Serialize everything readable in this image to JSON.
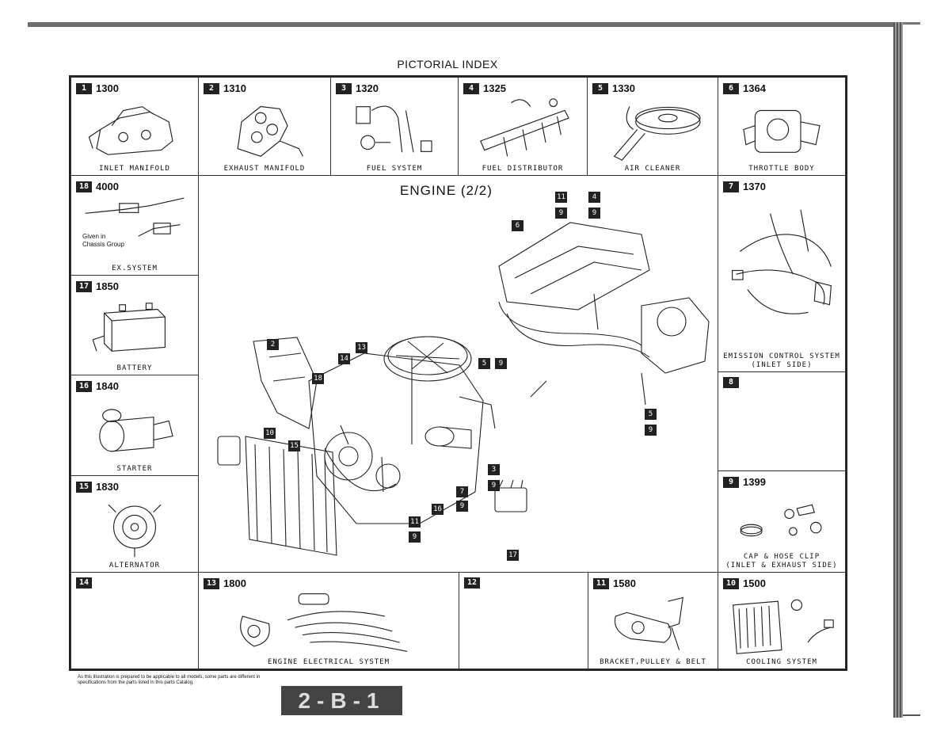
{
  "page_title": "PICTORIAL INDEX",
  "main_panel_title": "ENGINE (2/2)",
  "cells": {
    "c1": {
      "badge": "1",
      "code": "1300",
      "caption": "INLET MANIFOLD"
    },
    "c2": {
      "badge": "2",
      "code": "1310",
      "caption": "EXHAUST MANIFOLD"
    },
    "c3": {
      "badge": "3",
      "code": "1320",
      "caption": "FUEL SYSTEM"
    },
    "c4": {
      "badge": "4",
      "code": "1325",
      "caption": "FUEL DISTRIBUTOR"
    },
    "c5": {
      "badge": "5",
      "code": "1330",
      "caption": "AIR CLEANER"
    },
    "c6": {
      "badge": "6",
      "code": "1364",
      "caption": "THROTTLE BODY"
    },
    "c7": {
      "badge": "7",
      "code": "1370",
      "caption": "EMISSION CONTROL SYSTEM\n(INLET SIDE)"
    },
    "c8": {
      "badge": "8",
      "code": "",
      "caption": ""
    },
    "c9": {
      "badge": "9",
      "code": "1399",
      "caption": "CAP & HOSE CLIP\n(INLET & EXHAUST SIDE)"
    },
    "c10": {
      "badge": "10",
      "code": "1500",
      "caption": "COOLING SYSTEM"
    },
    "c11": {
      "badge": "11",
      "code": "1580",
      "caption": "BRACKET,PULLEY & BELT"
    },
    "c12": {
      "badge": "12",
      "code": "",
      "caption": ""
    },
    "c13": {
      "badge": "13",
      "code": "1800",
      "caption": "ENGINE ELECTRICAL SYSTEM"
    },
    "c14": {
      "badge": "14",
      "code": "",
      "caption": ""
    },
    "c15": {
      "badge": "15",
      "code": "1830",
      "caption": "ALTERNATOR"
    },
    "c16": {
      "badge": "16",
      "code": "1840",
      "caption": "STARTER"
    },
    "c17": {
      "badge": "17",
      "code": "1850",
      "caption": "BATTERY"
    },
    "c18": {
      "badge": "18",
      "code": "4000",
      "caption": "EX.SYSTEM",
      "note": "Given in\nChassis Group"
    }
  },
  "callouts": [
    "2",
    "18",
    "14",
    "13",
    "5",
    "9",
    "6",
    "11",
    "9",
    "4",
    "9",
    "10",
    "15",
    "3",
    "9",
    "7",
    "9",
    "16",
    "11",
    "9",
    "17",
    "5",
    "9"
  ],
  "footnote": "As this illustration is prepared to be applicable to all models, some parts are different in specifications from the parts listed in this parts Catalog.",
  "page_code": "2-B-1"
}
